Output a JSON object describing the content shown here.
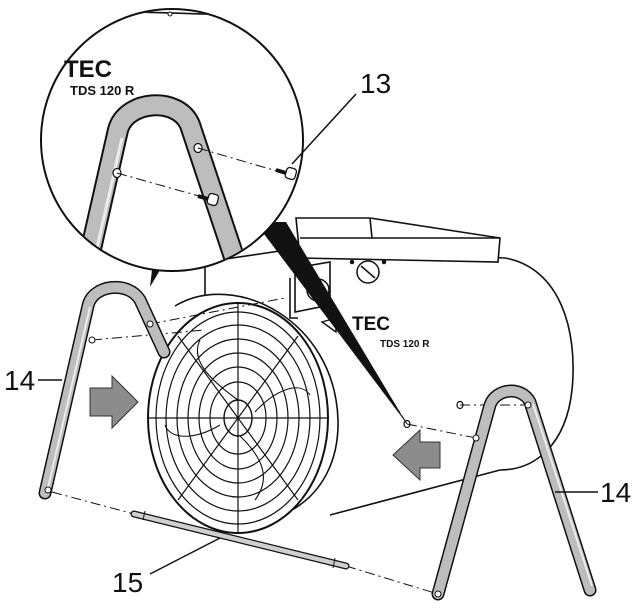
{
  "diagram": {
    "callouts": {
      "screw": "13",
      "leg_left": "14",
      "leg_right": "14",
      "rod": "15"
    },
    "zoom_brand": "TEC",
    "zoom_model": "TDS 120 R",
    "body_brand": "TEC",
    "body_model": "TDS 120 R"
  },
  "colors": {
    "ink": "#111111",
    "arrow_fill": "#8c8c8c",
    "leg_fill": "#bdbdbd",
    "leg_highlight": "#ececec"
  }
}
